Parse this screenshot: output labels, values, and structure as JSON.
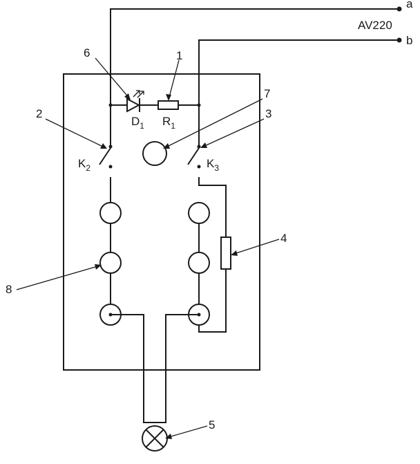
{
  "terminals": {
    "a": "a",
    "b": "b",
    "supply": "AV220"
  },
  "components": {
    "diode": {
      "letter": "D",
      "sub": "1"
    },
    "resistor": {
      "letter": "R",
      "sub": "1"
    },
    "switch_left": {
      "letter": "K",
      "sub": "2"
    },
    "switch_right": {
      "letter": "K",
      "sub": "3"
    }
  },
  "callouts": {
    "n1": "1",
    "n2": "2",
    "n3": "3",
    "n4": "4",
    "n5": "5",
    "n6": "6",
    "n7": "7",
    "n8": "8"
  }
}
